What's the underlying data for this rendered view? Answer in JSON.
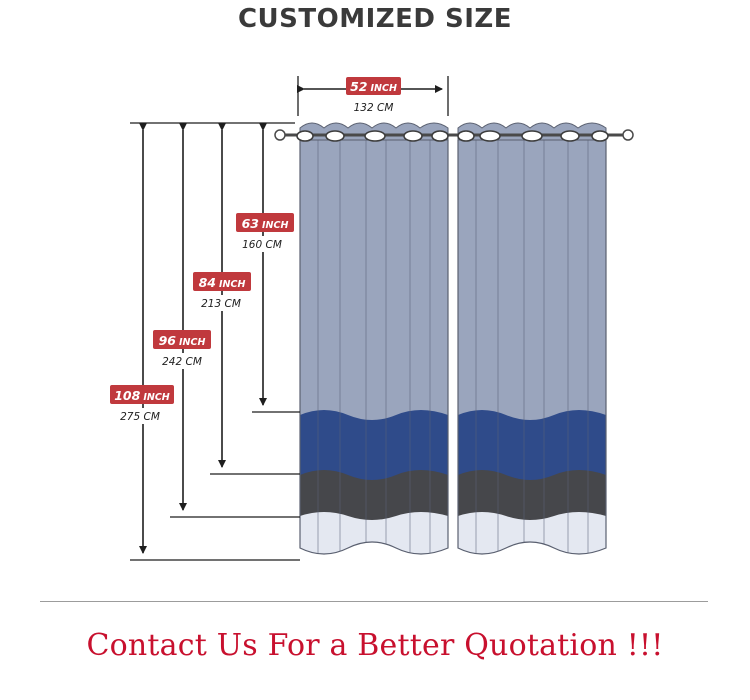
{
  "title": "CUSTOMIZED SIZE",
  "width": {
    "inch_value": "52",
    "inch_unit": "INCH",
    "cm": "132 CM"
  },
  "heights": [
    {
      "inch_value": "63",
      "inch_unit": "INCH",
      "cm": "160 CM"
    },
    {
      "inch_value": "84",
      "inch_unit": "INCH",
      "cm": "213 CM"
    },
    {
      "inch_value": "96",
      "inch_unit": "INCH",
      "cm": "242 CM"
    },
    {
      "inch_value": "108",
      "inch_unit": "INCH",
      "cm": "275 CM"
    }
  ],
  "footer": "Contact Us For a Better Quotation !!!",
  "colors": {
    "badge": "#c0393d",
    "curtain_light": "#9aa5bd",
    "curtain_blue": "#2f4b8a",
    "curtain_dark": "#46474b",
    "curtain_white": "#e4e8f1",
    "footer_text": "#c8102e"
  }
}
